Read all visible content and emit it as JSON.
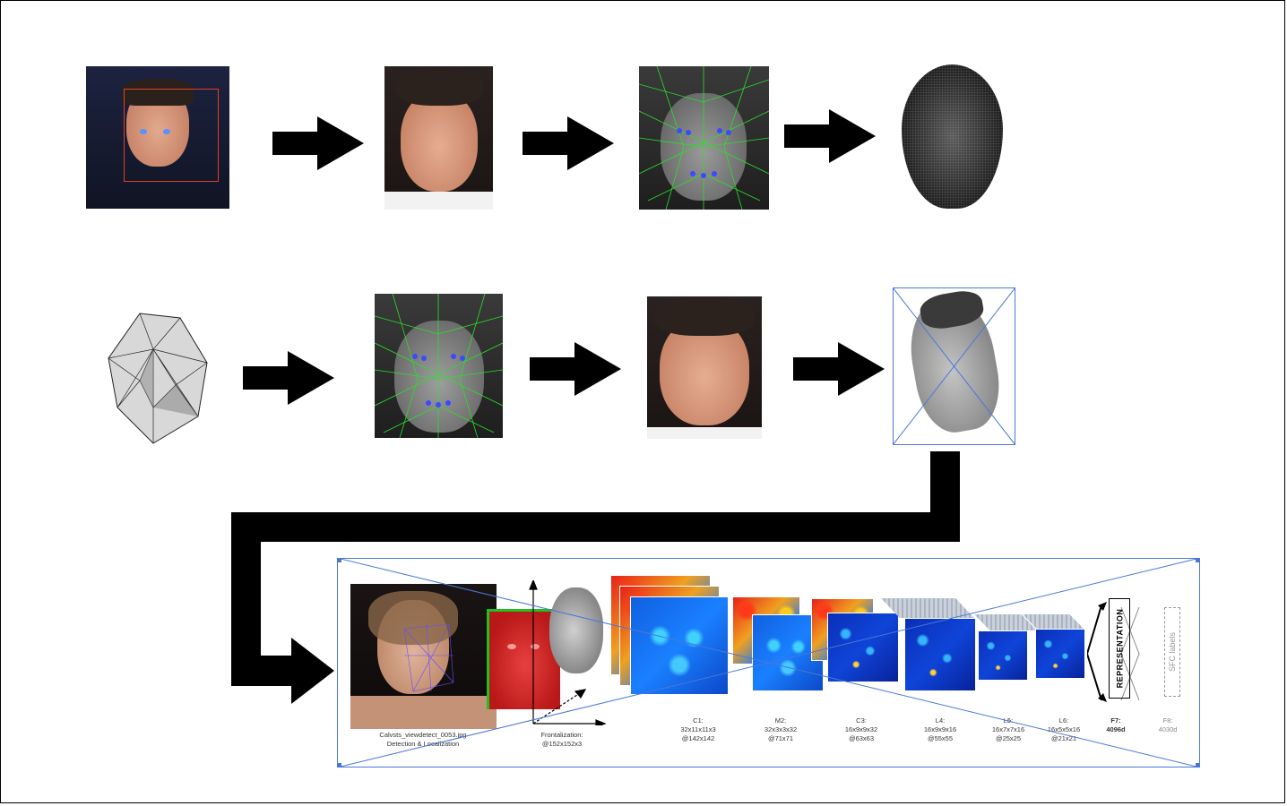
{
  "colors": {
    "arrow": "#000000",
    "selection_box": "#4a78d8",
    "detection_box": "#e0402a",
    "landmark_mesh": "#28e028"
  },
  "pipeline_labels": {
    "input": [
      "Calvsts_viewdetect_0053.jpg",
      "Detection & Localization"
    ],
    "frontalization": [
      "Frontalization:",
      "@152x152x3"
    ],
    "c1": [
      "C1:",
      "32x11x11x3",
      "@142x142"
    ],
    "m2": [
      "M2:",
      "32x3x3x32",
      "@71x71"
    ],
    "c3": [
      "C3:",
      "16x9x9x32",
      "@63x63"
    ],
    "l4": [
      "L4:",
      "16x9x9x16",
      "@55x55"
    ],
    "l5": [
      "L5:",
      "16x7x7x16",
      "@25x25"
    ],
    "l6": [
      "L6:",
      "16x5x5x16",
      "@21x21"
    ],
    "f7": [
      "F7:",
      "4096d"
    ],
    "f8": [
      "F8:",
      "4030d"
    ]
  },
  "representation_label": "REPRESENTATION",
  "sfc_label": "SFC labels"
}
